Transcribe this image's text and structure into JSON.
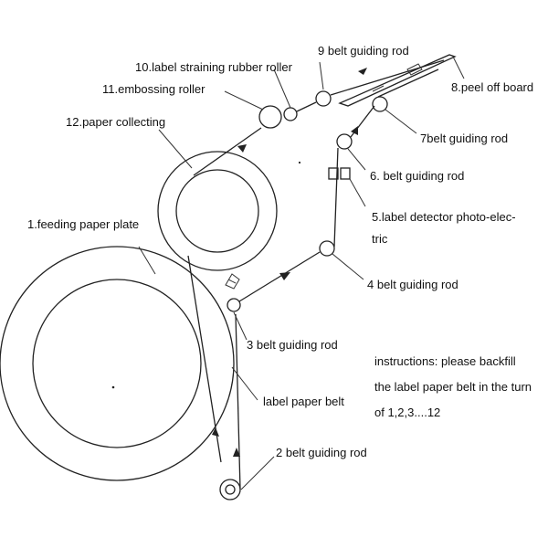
{
  "labels": {
    "l1": "1.feeding paper plate",
    "l2": "2 belt guiding rod",
    "l3": "3 belt guiding rod",
    "l4": "4  belt guiding rod",
    "l5a": "5.label detector photo-elec-",
    "l5b": "tric",
    "l6": "6. belt guiding rod",
    "l7": "7belt guiding rod",
    "l8": "8.peel off board",
    "l9": "9 belt guiding rod",
    "l10": "10.label straining rubber roller",
    "l11": "11.embossing roller",
    "l12": "12.paper collecting",
    "belt": "label paper belt"
  },
  "instructions": {
    "line1": "instructions: please backfill",
    "line2": "the label paper belt in the turn",
    "line3": "of 1,2,3....12"
  }
}
